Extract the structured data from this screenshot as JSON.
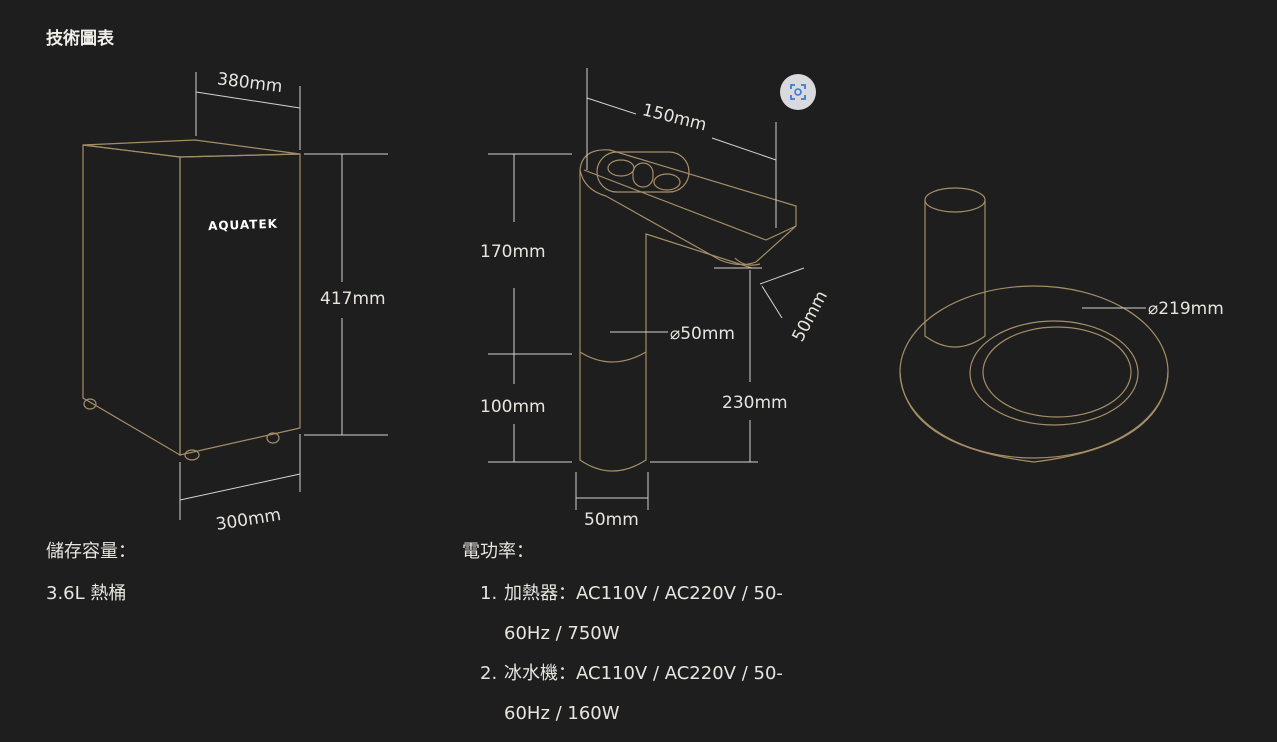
{
  "header": {
    "title": "技術圖表"
  },
  "unit_drawing": {
    "brand": "AQUATEK",
    "width_label": "380mm",
    "height_label": "417mm",
    "depth_label": "300mm"
  },
  "faucet_drawing": {
    "spout_length": "150mm",
    "upper_height": "170mm",
    "diameter": "⌀50mm",
    "spout_width": "50mm",
    "lower_height": "100mm",
    "total_height": "230mm",
    "base_width": "50mm"
  },
  "base_drawing": {
    "diameter": "⌀219mm"
  },
  "specs": {
    "storage_label": "儲存容量：",
    "storage_value": "3.6L 熱桶",
    "power_label": "電功率：",
    "power_items": [
      {
        "num": "1.",
        "line1": "加熱器：AC110V / AC220V / 50-",
        "line2": "60Hz / 750W"
      },
      {
        "num": "2.",
        "line1": "冰水機：AC110V / AC220V / 50-",
        "line2": "60Hz / 160W"
      }
    ]
  },
  "colors": {
    "background": "#1f1e1e",
    "outline": "#a48e67",
    "text": "#e8e4de"
  },
  "icons": {
    "scan": "scan-icon"
  }
}
